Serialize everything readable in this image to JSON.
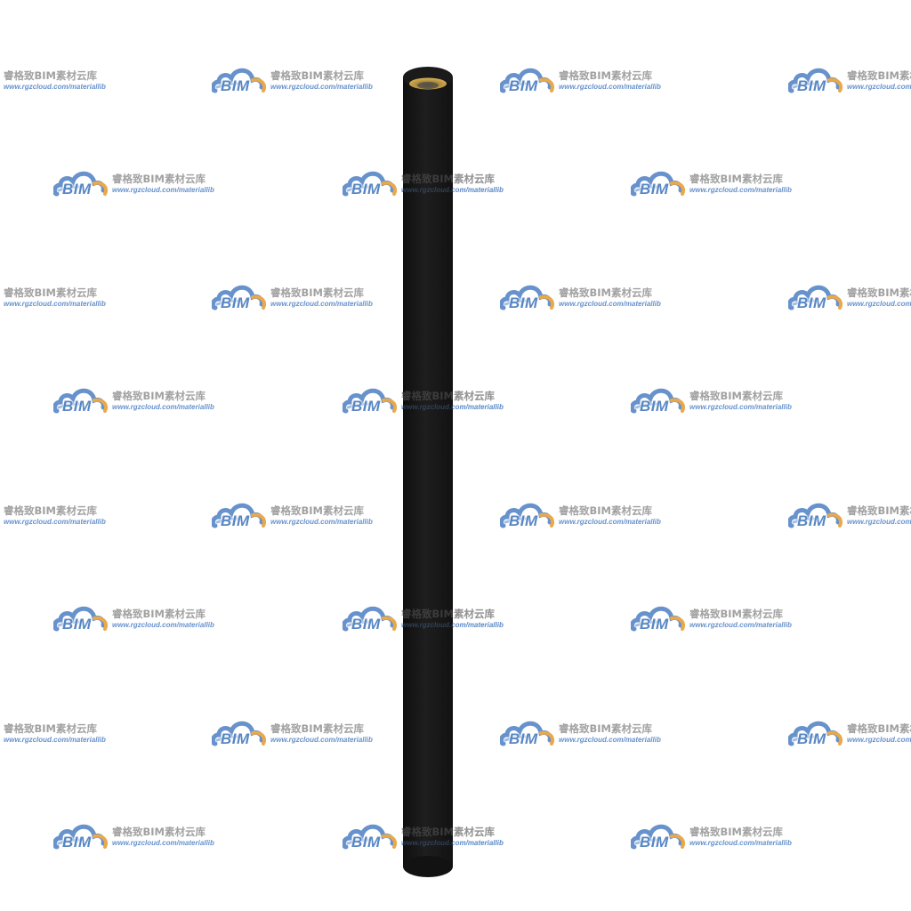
{
  "watermark": {
    "brand": "BIM",
    "title": "睿格致BIM素材云库",
    "url": "www.rgzcloud.com/materiallib",
    "logo_icon": "cloud-logo-icon",
    "colors": {
      "cloud_blue": "#5b89c8",
      "cloud_orange": "#e9a13b",
      "title_gray": "#9a9a9a"
    }
  },
  "object": {
    "name": "black pipe",
    "body_color": "#1a1a1a",
    "inner_color": "#c9a24a"
  }
}
